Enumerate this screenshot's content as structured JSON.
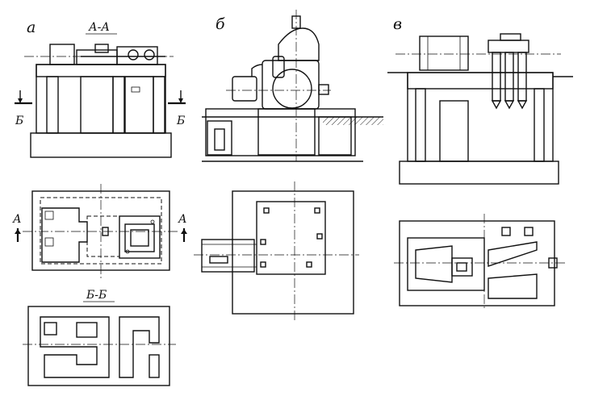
{
  "figure": {
    "views": [
      {
        "id": "a",
        "label": "а",
        "section_label": "А-А"
      },
      {
        "id": "b",
        "label": "б"
      },
      {
        "id": "v",
        "label": "в"
      }
    ],
    "section_marks": {
      "a_left": "А",
      "a_right": "А",
      "b_left": "Б",
      "b_right": "Б"
    },
    "section_title_b": "Б-Б"
  }
}
